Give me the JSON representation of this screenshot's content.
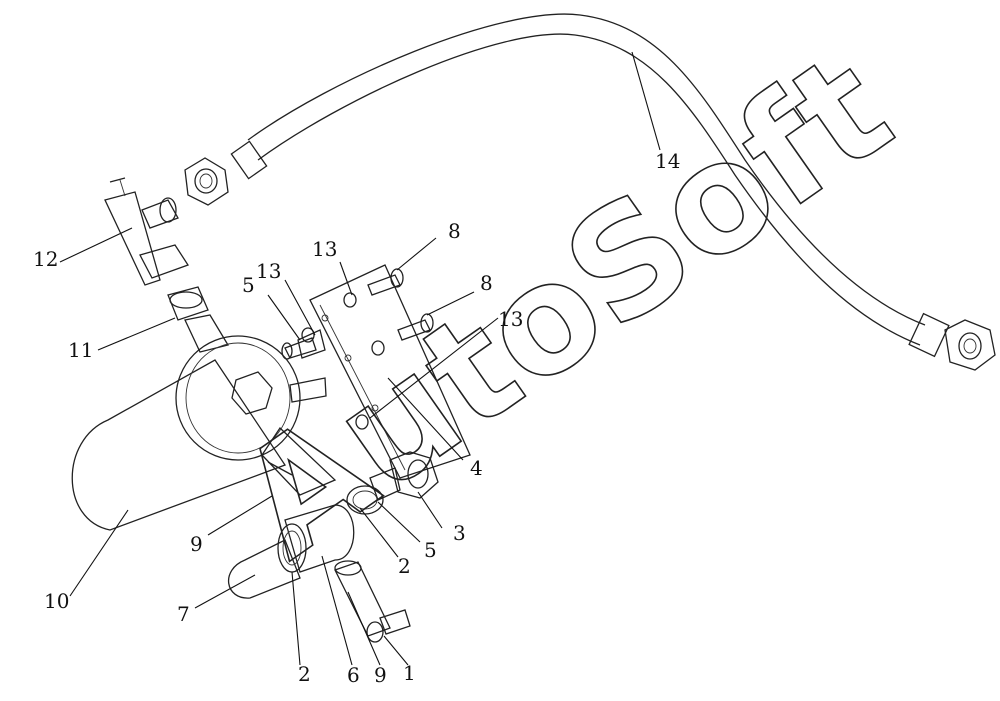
{
  "diagram": {
    "callouts": [
      "1",
      "2",
      "2",
      "3",
      "4",
      "5",
      "5",
      "6",
      "7",
      "8",
      "8",
      "9",
      "9",
      "10",
      "11",
      "12",
      "13",
      "13",
      "13",
      "14"
    ],
    "watermark": "AutoSoft"
  }
}
